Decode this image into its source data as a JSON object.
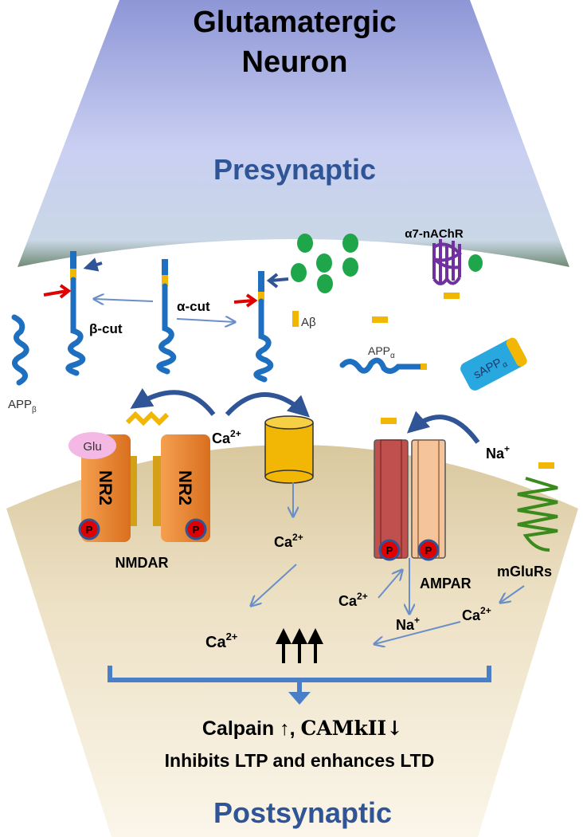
{
  "title": {
    "line1": "Glutamatergic",
    "line2": "Neuron"
  },
  "regions": {
    "pre": "Presynaptic",
    "post": "Postsynaptic"
  },
  "labels": {
    "a7": "α7-nAChR",
    "abeta": "Aβ",
    "app_beta": "APP",
    "app_beta_sub": "β",
    "app_alpha": "APP",
    "app_alpha_sub": "α",
    "sapp": "sAPP",
    "sapp_sub": "α",
    "beta_cut": "β-cut",
    "alpha_cut": "α-cut",
    "ca": "Ca",
    "ca_sup": "2+",
    "na": "Na",
    "na_sup": "+",
    "glu": "Glu",
    "nr2": "NR2",
    "p": "P",
    "nmdar": "NMDAR",
    "ampar": "AMPAR",
    "mglurs": "mGluRs"
  },
  "outcome": {
    "line1_a": "Calpain ↑, ",
    "line1_b": "CAMkII↓",
    "line2": "Inhibits LTP and enhances LTD"
  },
  "colors": {
    "app_blue": "#1f6fc0",
    "abeta_yellow": "#f2b705",
    "nmdar_orange": "#e8832a",
    "ampar_red": "#c0504d",
    "ampar_peach": "#f5c49a",
    "mglur_green": "#3a8a1e",
    "a7_purple": "#7030a0",
    "vesicle_green": "#1fa64a",
    "arrow_blue": "#2f5597",
    "thin_arrow": "#6a8ec8",
    "p_red": "#e00000",
    "glu_pink": "#f4b8e4"
  }
}
